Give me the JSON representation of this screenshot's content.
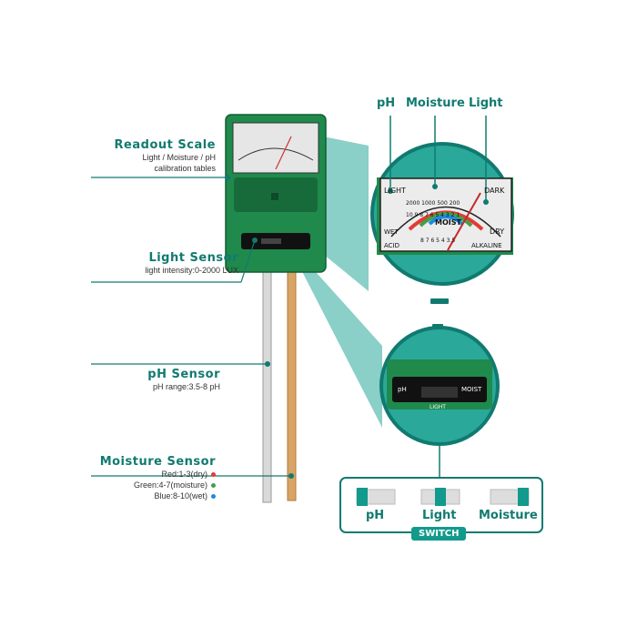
{
  "callouts": {
    "readout": {
      "title": "Readout Scale",
      "sub1": "Light / Moisture / pH",
      "sub2": "calibration tables"
    },
    "light": {
      "title": "Light Sensor",
      "sub1": "light intensity:0-2000 LUX"
    },
    "ph": {
      "title": "pH Sensor",
      "sub1": "pH range:3.5-8 pH"
    },
    "moisture": {
      "title": "Moisture Sensor",
      "red": "Red:1-3(dry)",
      "green": "Green:4-7(moisture)",
      "blue": "Blue:8-10(wet)"
    }
  },
  "top_labels": {
    "ph": "pH",
    "moisture": "Moisture",
    "light": "Light"
  },
  "meter": {
    "light": "LIGHT",
    "dark": "DARK",
    "moist": "MOIST",
    "dry": "DRY",
    "wet": "WET",
    "acid": "ACID",
    "alkaline": "ALKALINE",
    "scale_top": "2000 1000 500 200",
    "scale_mid": "10 9 8 7 6 5 4 3 2 1",
    "scale_ph": "8 7 6 5 4 3.5"
  },
  "switch_panel": {
    "ph": "pH",
    "moist": "MOIST",
    "light": "LIGHT"
  },
  "switch_legend": {
    "title": "SWITCH",
    "ph": "pH",
    "light": "Light",
    "moisture": "Moisture"
  },
  "colors": {
    "teal": "#129a8c",
    "device": "#1f8a4c",
    "dark_device": "#176b3b",
    "red": "#e53935",
    "green": "#43a047",
    "blue": "#1e88e5"
  }
}
